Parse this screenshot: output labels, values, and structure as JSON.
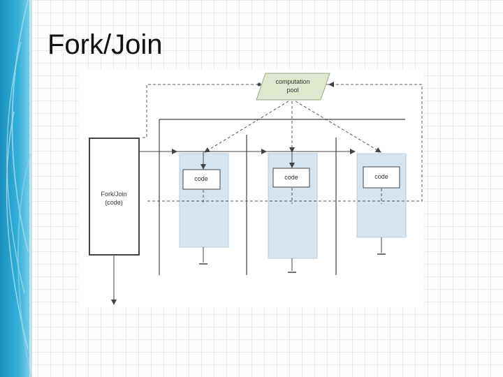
{
  "title": "Fork/Join",
  "diagram": {
    "pool_label_line1": "computation",
    "pool_label_line2": "pool",
    "forkjoin_label_line1": "Fork/Join",
    "forkjoin_label_line2": "(code)",
    "code_label_1": "code",
    "code_label_2": "code",
    "code_label_3": "code"
  },
  "colors": {
    "stripe": "#2aa0cc",
    "pool_fill": "#dfe8cf",
    "column_fill": "#d6e4f0",
    "line": "#444444"
  }
}
